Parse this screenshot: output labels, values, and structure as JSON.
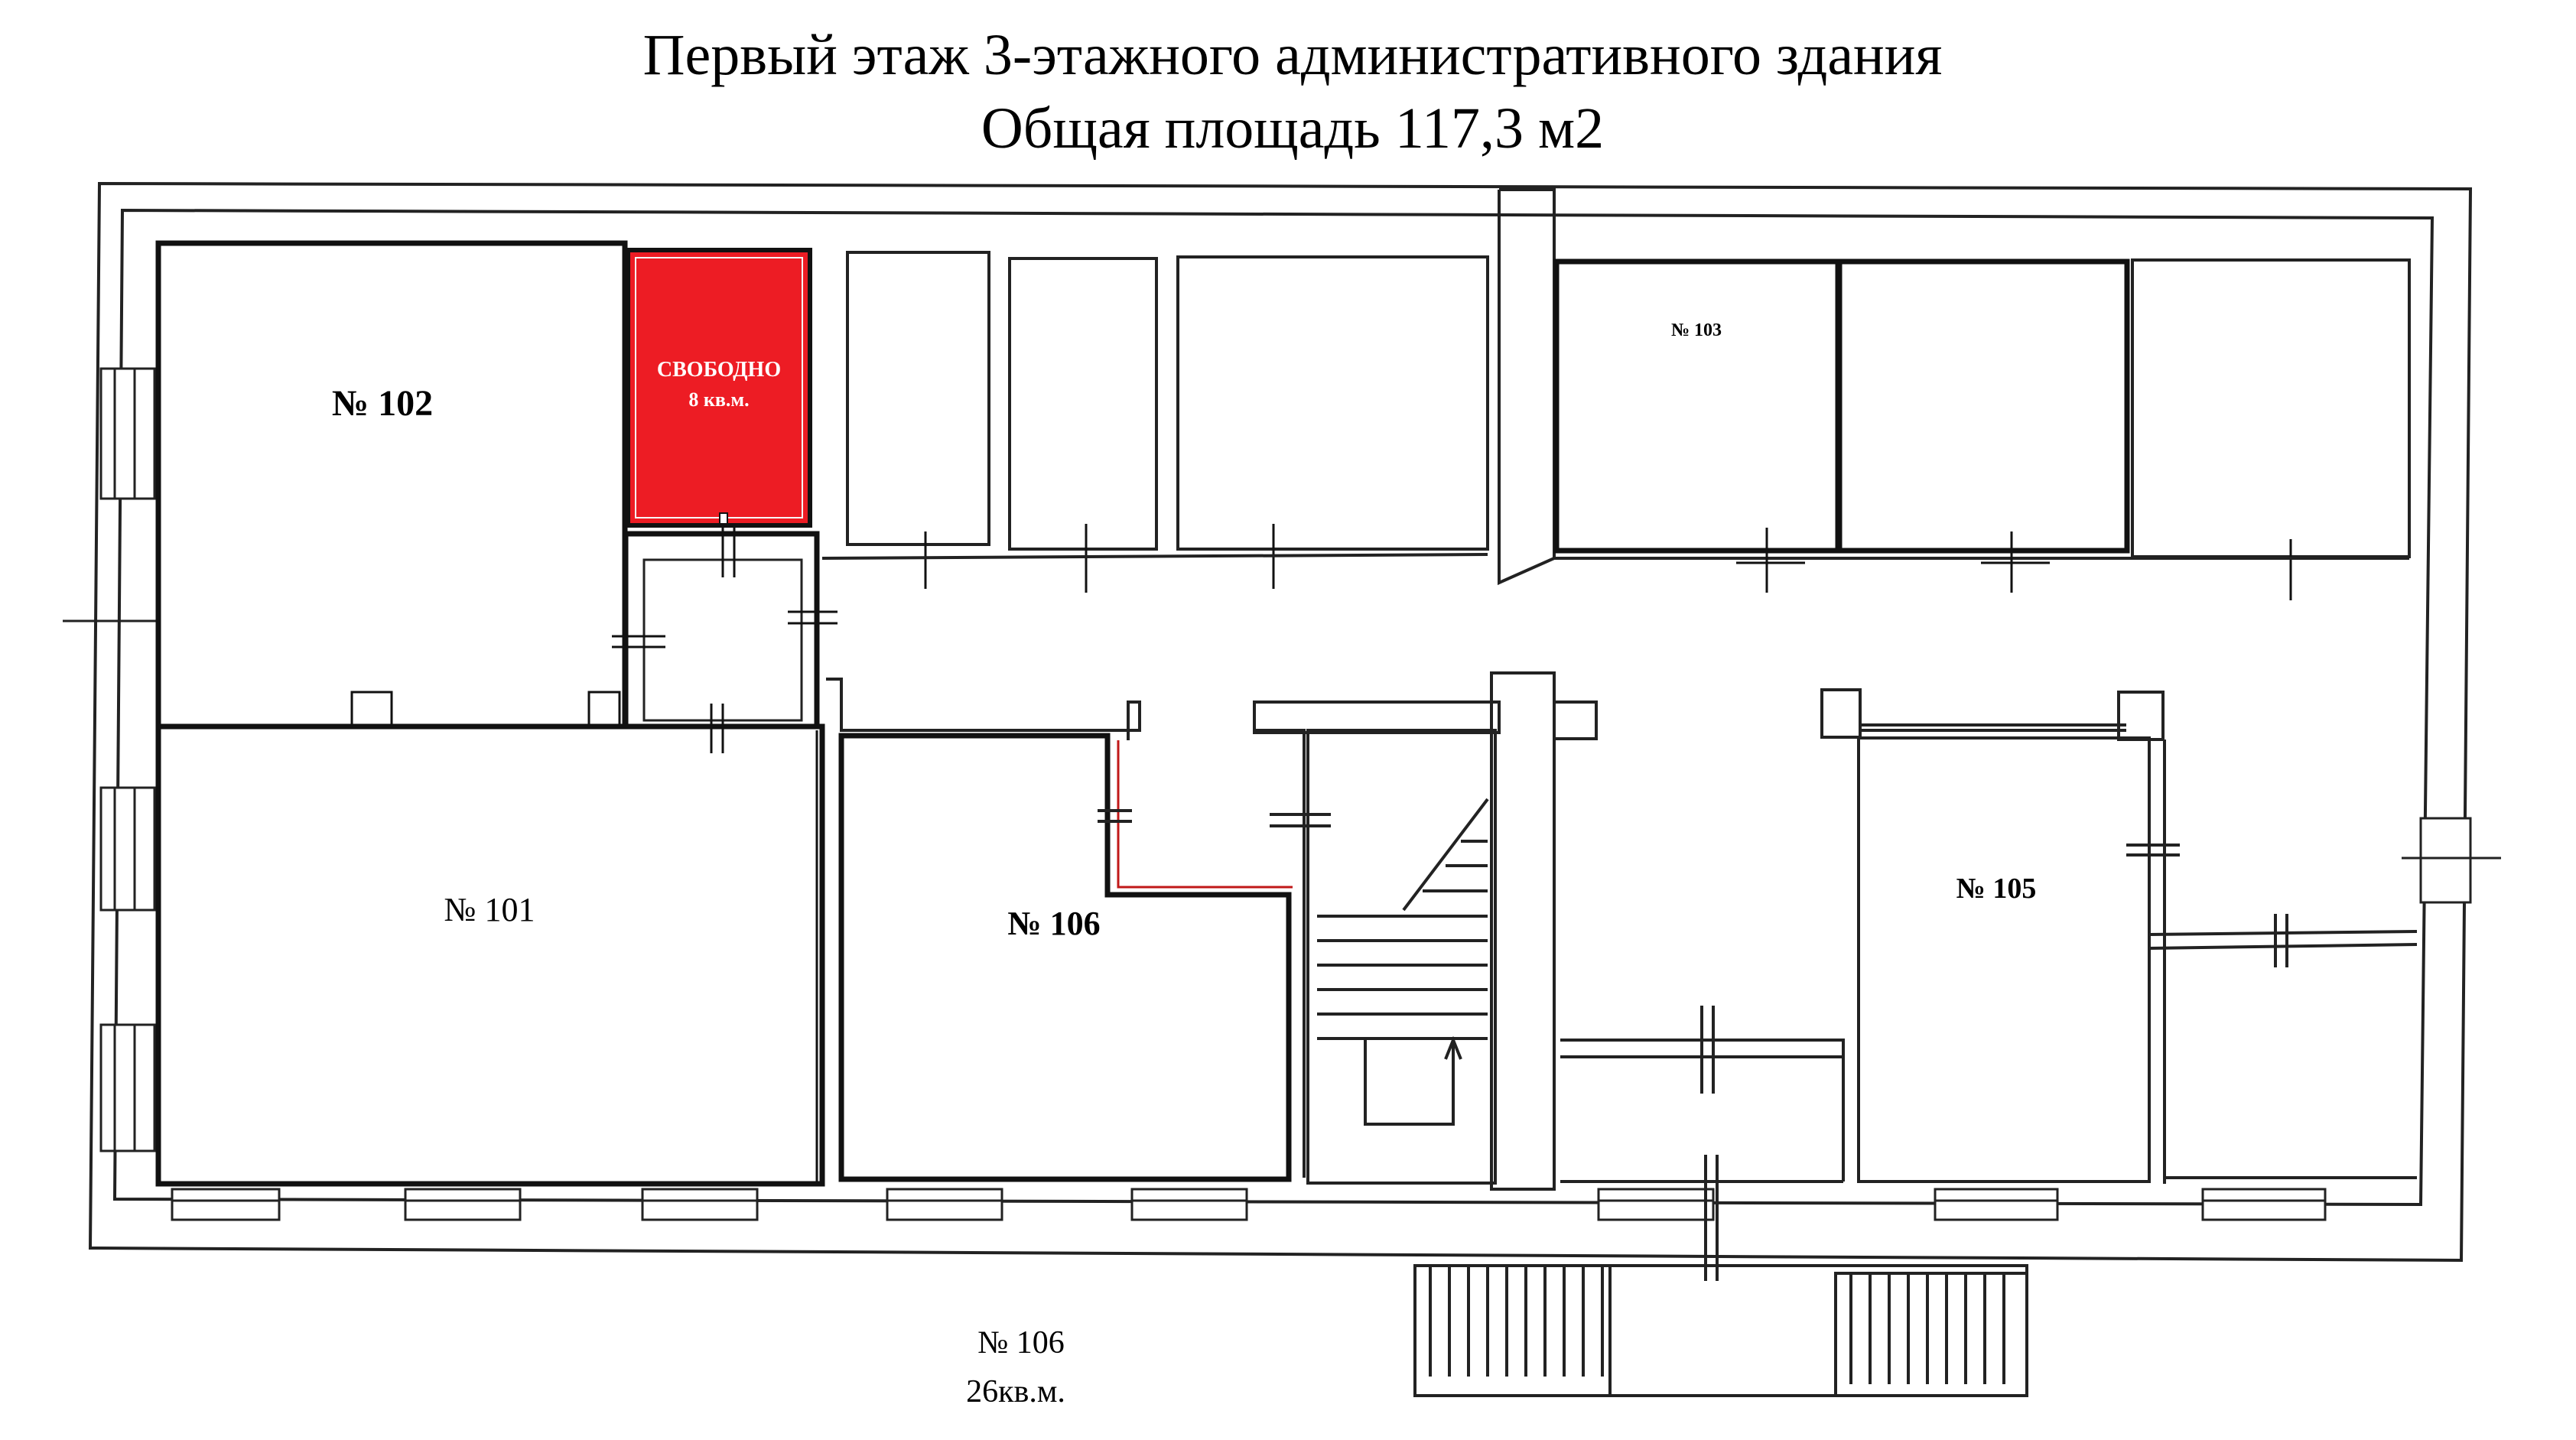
{
  "header": {
    "title": "Первый этаж 3-этажного административного здания",
    "subtitle": "Общая площадь 117,3 м2"
  },
  "rooms": {
    "r102": "№ 102",
    "r101": "№ 101",
    "r106": "№ 106",
    "r103": "№ 103",
    "r105": "№ 105",
    "free_status": "СВОБОДНО",
    "free_area": "8 кв.м."
  },
  "footnote": {
    "room": "№ 106",
    "area": "26кв.м."
  },
  "colors": {
    "free_highlight": "#ed1c24",
    "walls": "#111111"
  }
}
